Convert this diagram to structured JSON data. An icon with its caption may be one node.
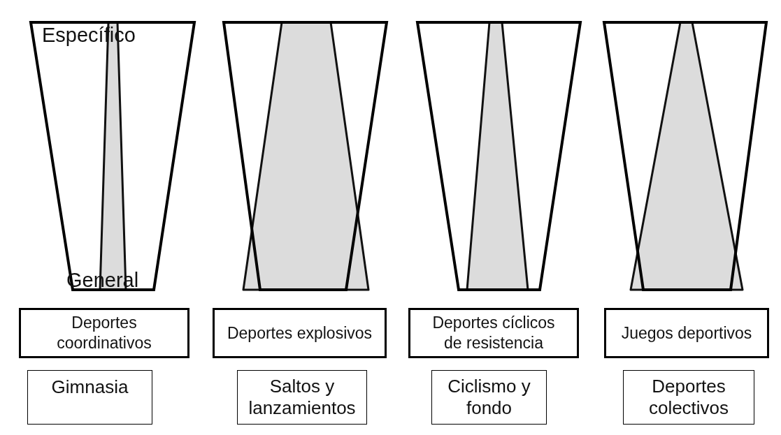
{
  "diagram": {
    "nodes": [
      {
        "text": [
          "Específico",
          "General"
        ]
      },
      {
        "text": [],
        "shape": "trapezoid"
      },
      {
        "text": [],
        "shape": "trapezoid"
      },
      {
        "text": [],
        "shape": "trapezoid"
      },
      {
        "text": [
          "Deportes coordinativos"
        ]
      },
      {
        "text": [
          "Deportes explosivos"
        ]
      },
      {
        "text": [
          "Deportes cíclicos de resistencia"
        ]
      },
      {
        "text": [
          "Juegos deportivos"
        ]
      },
      {
        "text": [
          "Gimnasia"
        ]
      },
      {
        "text": [
          "Saltos y lanzamientos"
        ]
      },
      {
        "text": [
          "Ciclismo y fondo"
        ]
      },
      {
        "text": [
          "Deportes colectivos"
        ]
      }
    ]
  }
}
